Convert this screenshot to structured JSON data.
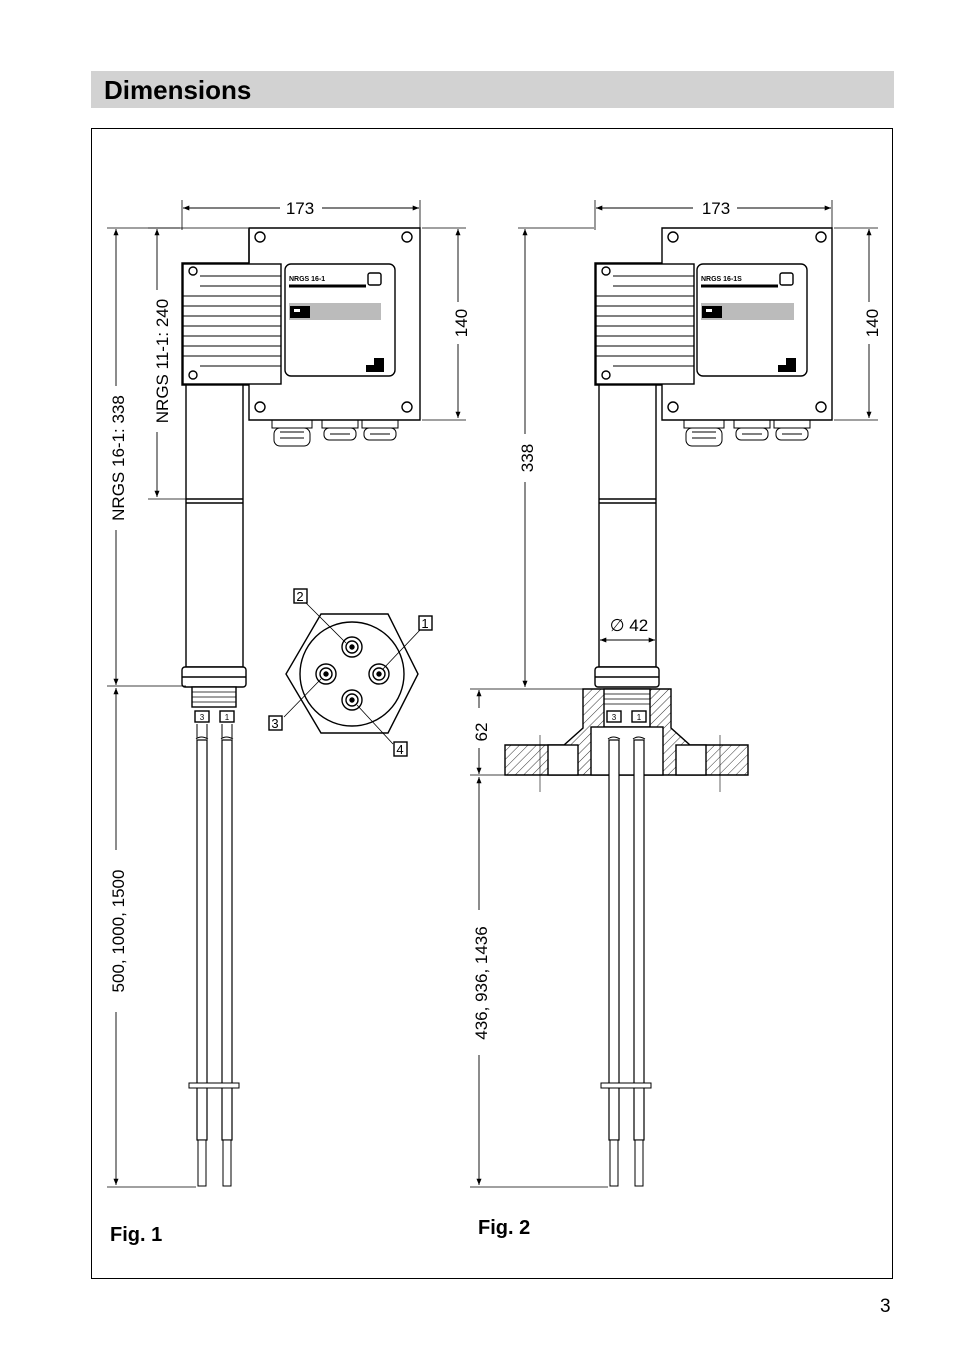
{
  "header": {
    "title": "Dimensions"
  },
  "figure1": {
    "label": "Fig. 1",
    "dim_width": "173",
    "dim_box_height": "140",
    "dim_total_height": "NRGS 16-1: 338",
    "dim_short_height": "NRGS 11-1: 240",
    "dim_rod_length": "500, 1000, 1500",
    "model_label": "NRGS 16-1",
    "terminal_left": "3",
    "terminal_right": "1"
  },
  "figure2": {
    "label": "Fig. 2",
    "dim_width": "173",
    "dim_box_height": "140",
    "dim_total_height": "338",
    "dim_diameter": "∅ 42",
    "dim_flange": "62",
    "dim_rod_length": "436, 936, 1436",
    "model_label": "NRGS 16-1S",
    "terminal_left": "3",
    "terminal_right": "1"
  },
  "electrode_view": {
    "callout_1": "1",
    "callout_2": "2",
    "callout_3": "3",
    "callout_4": "4"
  },
  "page": {
    "number": "3"
  }
}
